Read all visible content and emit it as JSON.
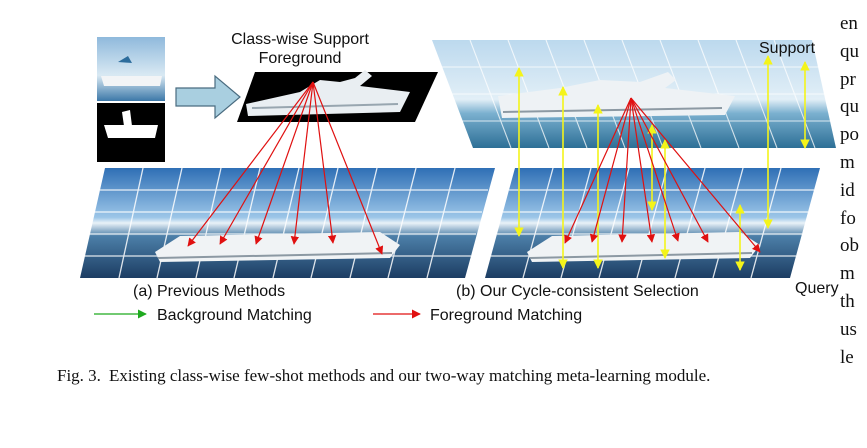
{
  "figure": {
    "support_header_line1": "Class-wise Support",
    "support_header_line2": "Foreground",
    "label_support": "Support",
    "label_query": "Query",
    "caption_a": "(a) Previous Methods",
    "caption_b": "(b) Our Cycle-consistent Selection",
    "legend_background": "Background Matching",
    "legend_foreground": "Foreground Matching",
    "colors": {
      "background_matching": "#1faa1f",
      "foreground_matching": "#e01010",
      "cycle_arrows": "#f4f41a",
      "block_arrow": "#a9cfe0"
    }
  },
  "caption": {
    "number": "Fig. 3.",
    "text": "Existing class-wise few-shot methods and our two-way matching meta-learning module."
  },
  "side_text": [
    "en",
    "qu",
    "pr",
    "qu",
    "po",
    "m",
    "id",
    "fo",
    "ob",
    "m",
    "th",
    "us",
    "le"
  ]
}
